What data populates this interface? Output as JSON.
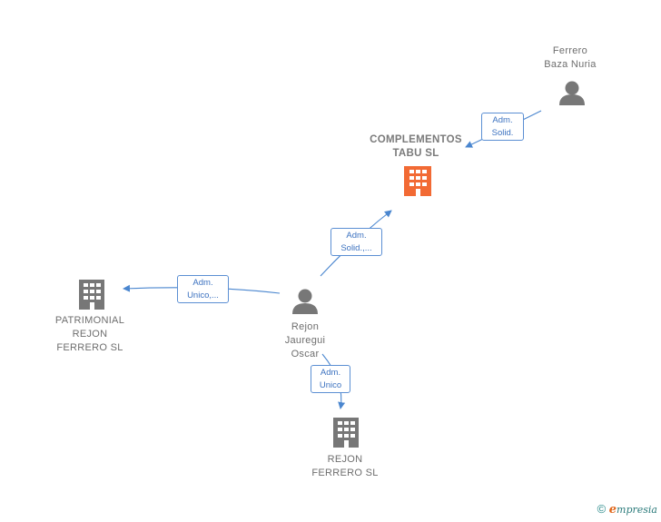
{
  "nodes": {
    "complementos": {
      "lines": [
        "COMPLEMENTOS",
        "TABU  SL"
      ],
      "icon": "building-icon",
      "color": "#f26a34"
    },
    "ferrero": {
      "lines": [
        "Ferrero",
        "Baza Nuria"
      ],
      "icon": "person-icon",
      "color": "#777777"
    },
    "rejon_oscar": {
      "lines": [
        "Rejon",
        "Jauregui",
        "Oscar"
      ],
      "icon": "person-icon",
      "color": "#777777"
    },
    "patrimonial": {
      "lines": [
        "PATRIMONIAL",
        "REJON",
        "FERRERO SL"
      ],
      "icon": "building-icon",
      "color": "#777777"
    },
    "rejon_ferrero": {
      "lines": [
        "REJON",
        "FERRERO  SL"
      ],
      "icon": "building-icon",
      "color": "#777777"
    }
  },
  "edges": {
    "ferrero_to_complementos": [
      "Adm.",
      "Solid."
    ],
    "oscar_to_complementos": [
      "Adm.",
      "Solid.,..."
    ],
    "oscar_to_patrimonial": [
      "Adm.",
      "Unico,..."
    ],
    "oscar_to_rejon_ferrero": [
      "Adm.",
      "Unico"
    ]
  },
  "colors": {
    "edge": "#4a86cf",
    "accent": "#f26a34",
    "gray": "#777777"
  },
  "footer": {
    "copyright": "©",
    "brand_initial": "e",
    "brand_rest": "mpresia"
  }
}
